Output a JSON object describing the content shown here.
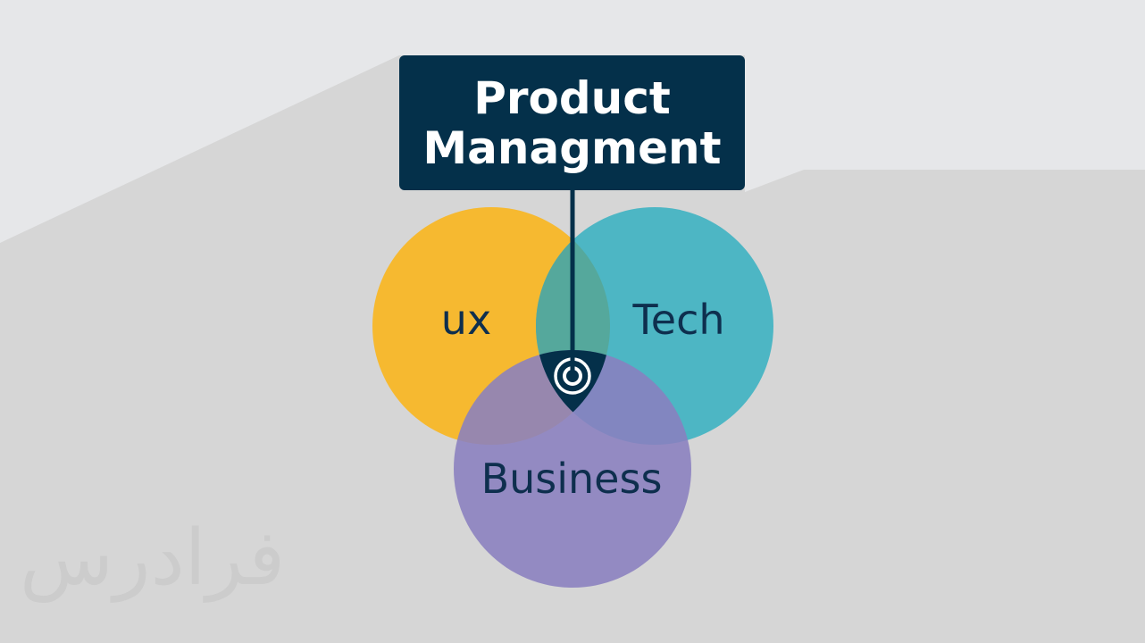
{
  "diagram": {
    "title_line1": "Product",
    "title_line2": "Managment",
    "circles": [
      {
        "key": "ux",
        "label": "ux",
        "color": "#f6b930"
      },
      {
        "key": "tech",
        "label": "Tech",
        "color": "#4db6c4"
      },
      {
        "key": "business",
        "label": "Business",
        "color": "#9186c2"
      }
    ],
    "connector_color": "#04304a",
    "watermark": "فرادرس"
  }
}
